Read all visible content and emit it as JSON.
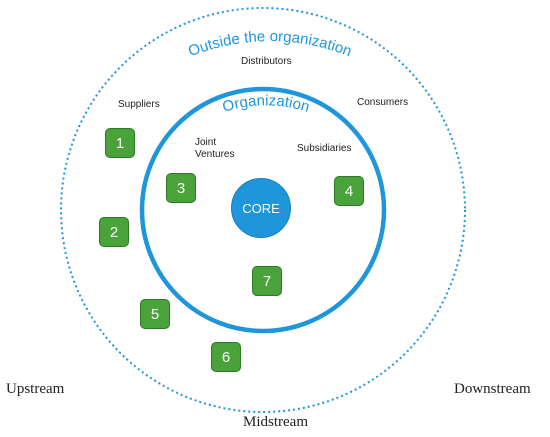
{
  "outer_title": "Outside the organization",
  "inner_title": "Organization",
  "core": "CORE",
  "labels": {
    "distributors": "Distributors",
    "suppliers": "Suppliers",
    "consumers": "Consumers",
    "joint_ventures": [
      "Joint",
      "Ventures"
    ],
    "subsidiaries": "Subsidiaries"
  },
  "boxes": [
    "1",
    "2",
    "3",
    "4",
    "5",
    "6",
    "7"
  ],
  "streams": {
    "upstream": "Upstream",
    "downstream": "Downstream",
    "midstream": "Midstream"
  },
  "colors": {
    "ring_blue": "#1f96dc",
    "box_green": "#4aa33a"
  }
}
